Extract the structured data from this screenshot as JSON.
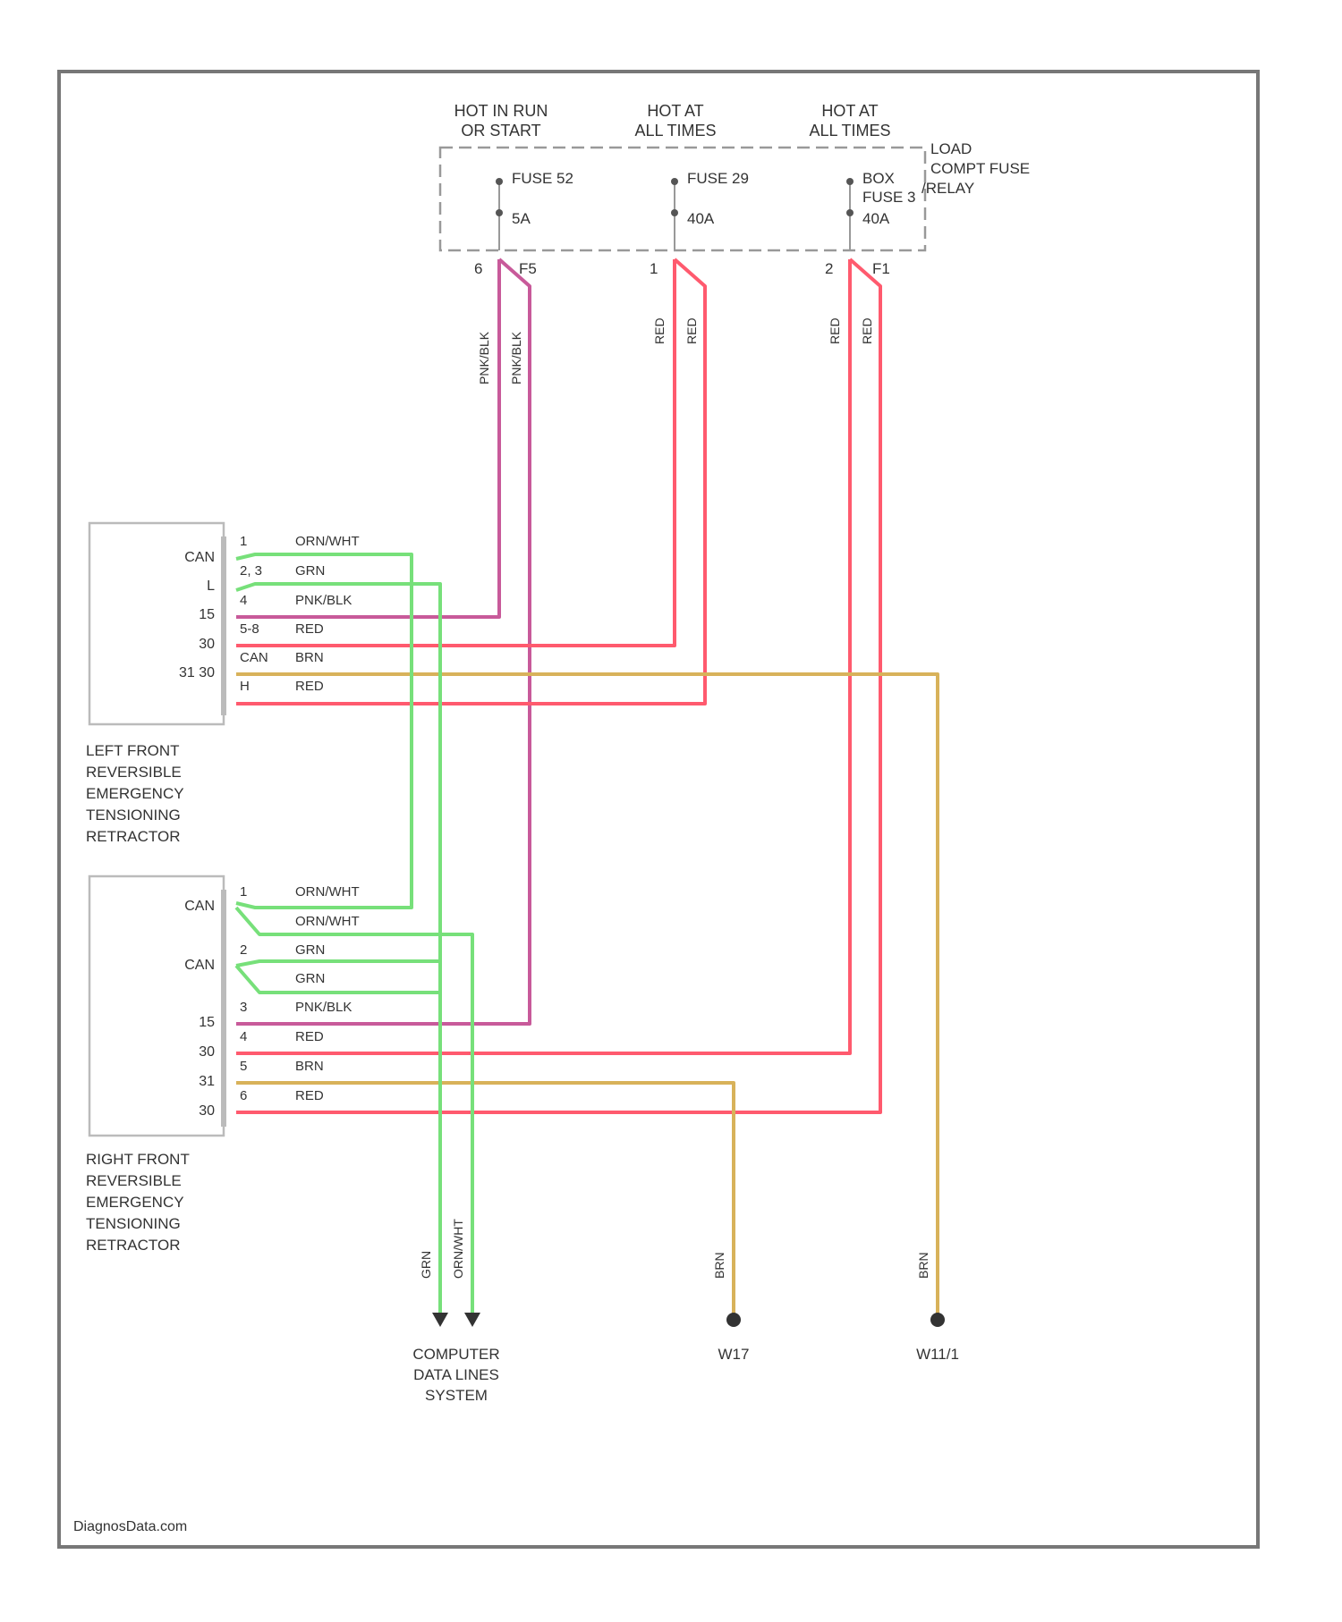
{
  "power": {
    "hot_run_start": [
      "HOT IN RUN",
      "OR START"
    ],
    "hot_all_times_1": [
      "HOT AT",
      "ALL TIMES"
    ],
    "hot_all_times_2": [
      "HOT AT",
      "ALL TIMES"
    ],
    "fuse_box_label": [
      "LOAD",
      "COMPT FUSE",
      "/RELAY"
    ],
    "fuse1": {
      "name": "FUSE 52",
      "amps": "5A"
    },
    "fuse2": {
      "name": "FUSE 29",
      "amps": "40A"
    },
    "fuse3": {
      "name": [
        "BOX",
        "FUSE 3"
      ],
      "amps": "40A"
    },
    "terminals": {
      "t1a": "6",
      "t1b": "F5",
      "t2": "1",
      "t3a": "2",
      "t3b": "F1"
    }
  },
  "wire_labels_vertical": {
    "pnk_blk_1": "PNK/BLK",
    "pnk_blk_2": "PNK/BLK",
    "red_1": "RED",
    "red_2": "RED",
    "red_3": "RED",
    "red_4": "RED",
    "grn": "GRN",
    "orn_wht": "ORN/WHT",
    "brn_1": "BRN",
    "brn_2": "BRN"
  },
  "left_module": {
    "name": [
      "LEFT FRONT",
      "REVERSIBLE",
      "EMERGENCY",
      "TENSIONING",
      "RETRACTOR"
    ],
    "pins": [
      {
        "inner": "CAN",
        "pin": "1",
        "wire": "ORN/WHT"
      },
      {
        "inner": "L",
        "pin": "2, 3",
        "wire": "GRN"
      },
      {
        "inner": "15",
        "pin": "4",
        "wire": "PNK/BLK"
      },
      {
        "inner": "30",
        "pin": "5-8",
        "wire": "RED"
      },
      {
        "inner": "31 30",
        "pin": "CAN",
        "wire": "BRN"
      },
      {
        "inner": "",
        "pin": "H",
        "wire": "RED"
      }
    ]
  },
  "right_module": {
    "name": [
      "RIGHT FRONT",
      "REVERSIBLE",
      "EMERGENCY",
      "TENSIONING",
      "RETRACTOR"
    ],
    "pins": [
      {
        "inner": "CAN",
        "pin": "1",
        "wire": "ORN/WHT"
      },
      {
        "inner": "",
        "pin": "",
        "wire": "ORN/WHT"
      },
      {
        "inner": "CAN",
        "pin": "2",
        "wire": "GRN"
      },
      {
        "inner": "",
        "pin": "",
        "wire": "GRN"
      },
      {
        "inner": "15",
        "pin": "3",
        "wire": "PNK/BLK"
      },
      {
        "inner": "30",
        "pin": "4",
        "wire": "RED"
      },
      {
        "inner": "31",
        "pin": "5",
        "wire": "BRN"
      },
      {
        "inner": "30",
        "pin": "6",
        "wire": "RED"
      }
    ]
  },
  "grounds": {
    "computer_data_lines": [
      "COMPUTER",
      "DATA LINES",
      "SYSTEM"
    ],
    "g1": "W17",
    "g2": "W11/1"
  },
  "watermark": "DiagnosData.com",
  "colors": {
    "red": "#ff5a6e",
    "pink": "#c85a9a",
    "green": "#77e07a",
    "brown": "#d8b25a",
    "frame": "#777777"
  }
}
